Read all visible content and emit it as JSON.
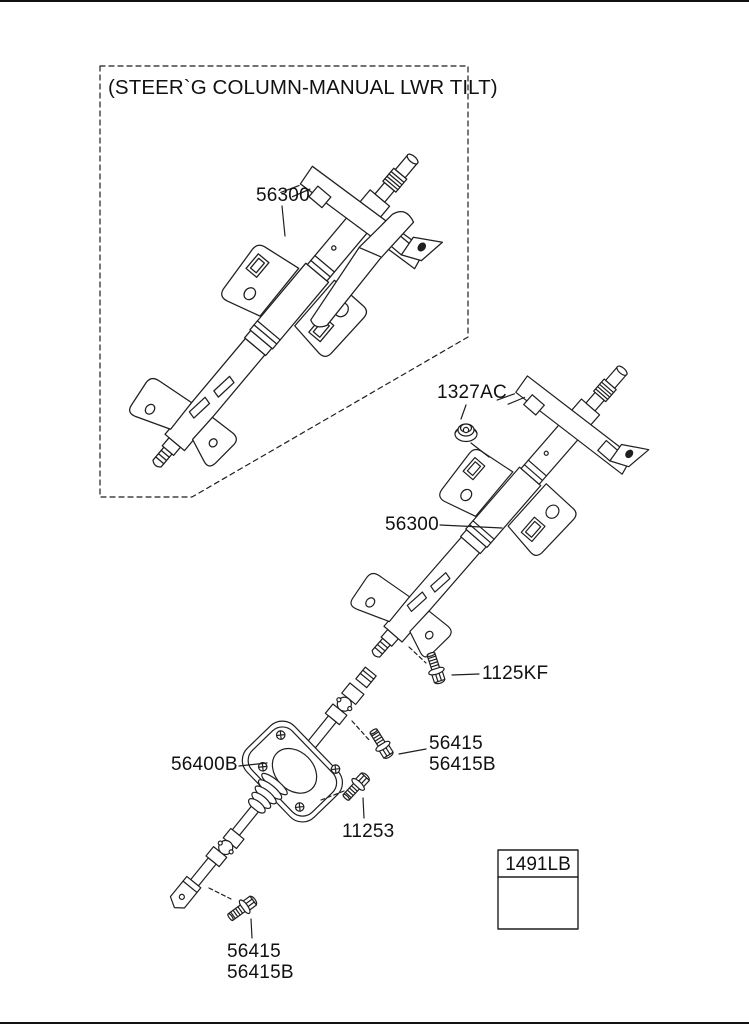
{
  "diagram": {
    "title": "(STEER`G COLUMN-MANUAL LWR TILT)",
    "background": "#ffffff",
    "line_color": "#1f1f1f"
  },
  "parts": {
    "steering_column": "56300",
    "nut": "1327AC",
    "bolt_washer": "1125KF",
    "joint_bolt": "56415",
    "joint_bolt_alt": "56415B",
    "shaft_and_cover": "56400B",
    "cover_bolt": "11253",
    "legend_bolt": "1491LB"
  },
  "callouts": [
    {
      "id": "56300-upper",
      "text": "56300"
    },
    {
      "id": "1327AC",
      "text": "1327AC"
    },
    {
      "id": "56300-lower",
      "text": "56300"
    },
    {
      "id": "1125KF",
      "text": "1125KF"
    },
    {
      "id": "56415-mid",
      "text": "56415",
      "text2": "56415B"
    },
    {
      "id": "56400B",
      "text": "56400B"
    },
    {
      "id": "11253",
      "text": "11253"
    },
    {
      "id": "1491LB",
      "text": "1491LB"
    },
    {
      "id": "56415-lower",
      "text": "56415",
      "text2": "56415B"
    }
  ]
}
